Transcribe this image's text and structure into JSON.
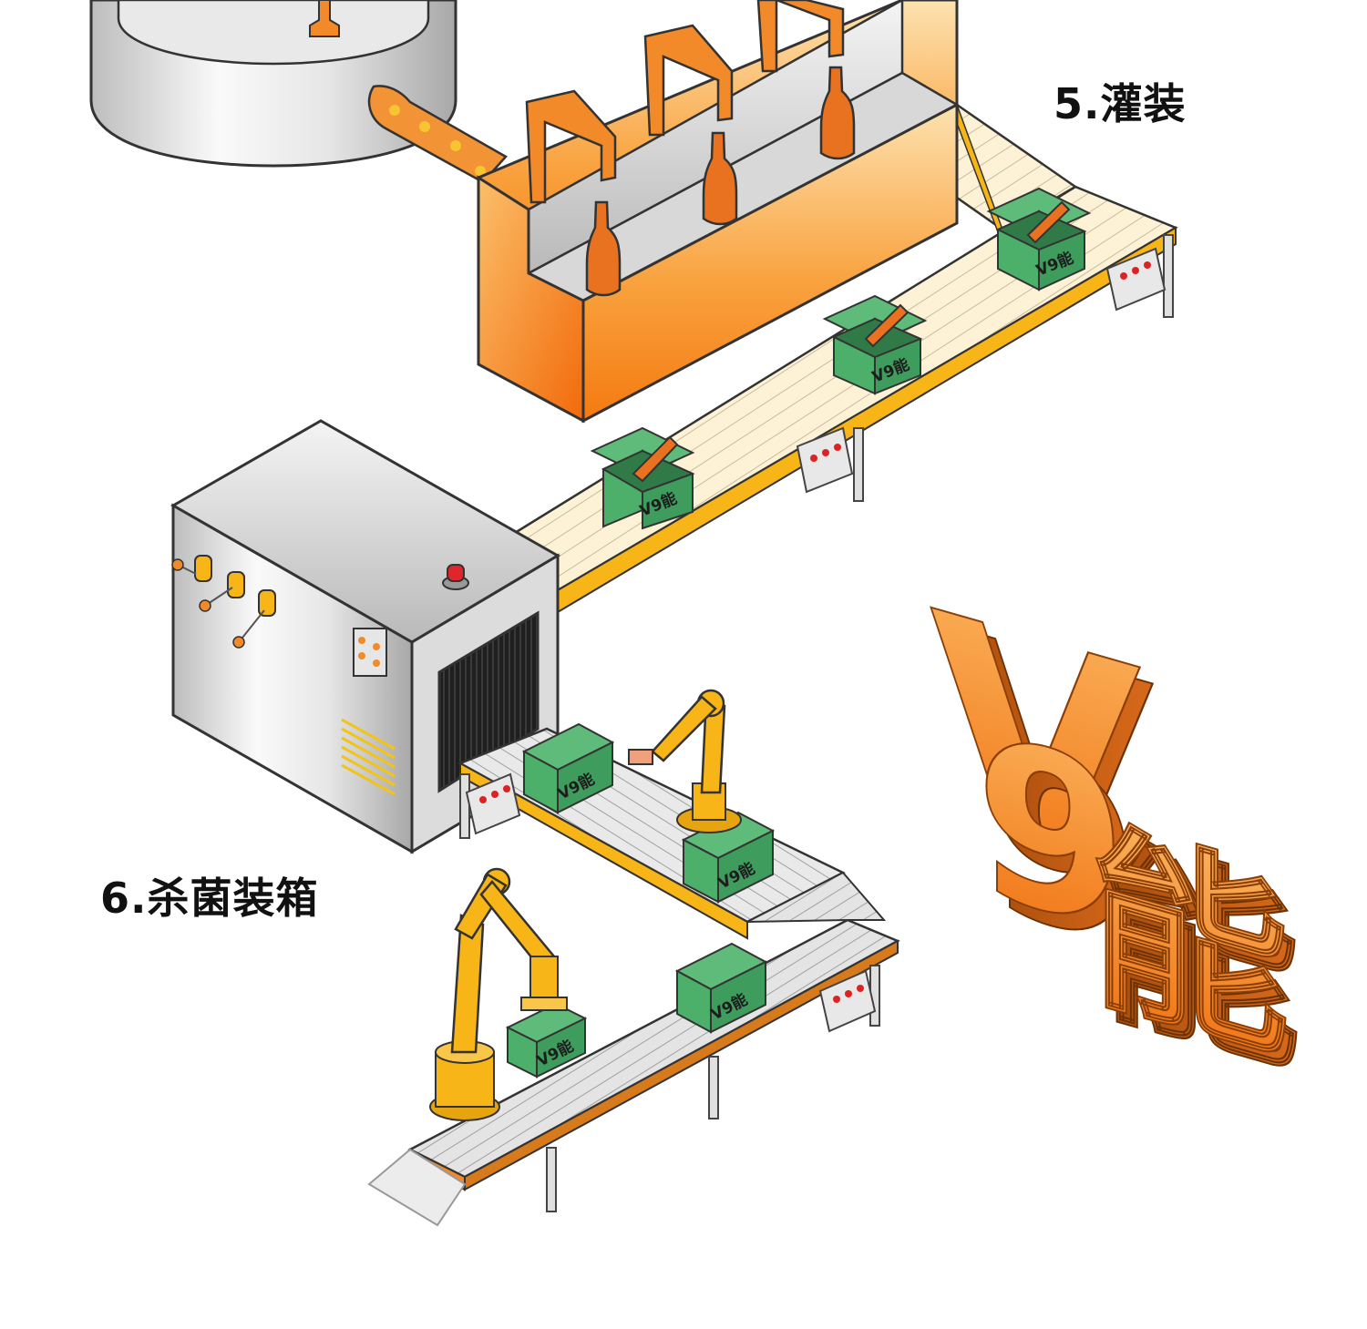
{
  "labels": {
    "step5": "5.灌装",
    "step6": "6.杀菌装箱"
  },
  "brand": {
    "text_v": "V",
    "text_9": "9",
    "text_neng": "能",
    "box_label": "V9能"
  },
  "colors": {
    "orange": "#f58220",
    "orange_dark": "#b7570f",
    "orange_light": "#fdc77e",
    "yellow": "#f7b518",
    "green": "#4caf6a",
    "green_dark": "#2e7d47",
    "steel": "#d9d9d9",
    "steel_dark": "#9a9a9a"
  },
  "icons": [
    "tank-icon",
    "filling-machine-icon",
    "bottle-icon",
    "conveyor-icon",
    "box-icon",
    "sterilizer-icon",
    "robot-arm-icon",
    "control-panel-icon"
  ]
}
